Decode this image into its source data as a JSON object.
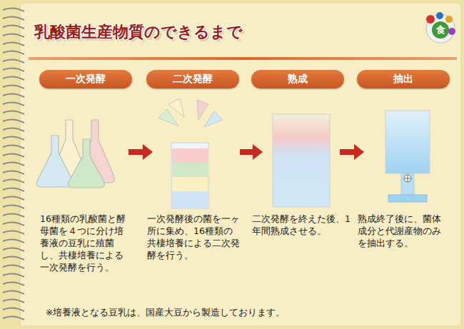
{
  "diagram": {
    "title": "乳酸菌生産物質のできるまで",
    "nodes": [
      {
        "text": [
          "一次発酵"
        ]
      },
      {
        "text": [
          "二次発酵"
        ]
      },
      {
        "text": [
          "熟成"
        ]
      },
      {
        "text": [
          "抽出"
        ]
      }
    ],
    "labels": [
      "食",
      "16種類の乳酸菌と酵母菌を４つに分け培養液の豆乳に殖菌し、共棲培養による一次発酵を行う。",
      "一次発酵後の菌を一ヶ所に集め、16種類の共棲培養による二次発酵を行う。",
      "二次発酵を終えた後、1年間熟成させる。",
      "熟成終了後に、菌体成分と代謝産物のみを抽出する。",
      "※培養液となる豆乳は、国産大豆から製造しております。"
    ]
  }
}
